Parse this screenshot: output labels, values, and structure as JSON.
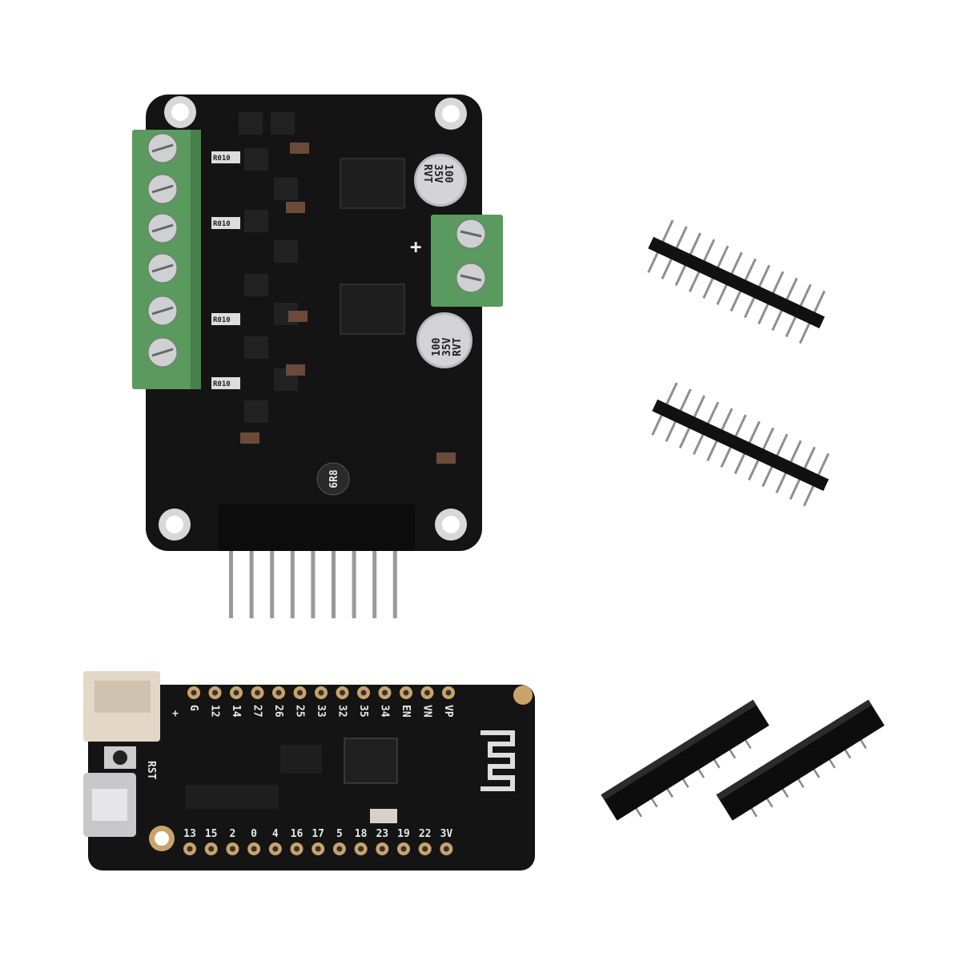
{
  "motor_board": {
    "capacitor_label_lines": [
      "100",
      "35V",
      "RVT"
    ],
    "resistor_label": "R010",
    "inductor_label": "6R8",
    "plus_mark": "+"
  },
  "esp32_board": {
    "top_pin_labels": [
      "G",
      "12",
      "14",
      "27",
      "26",
      "25",
      "33",
      "32",
      "35",
      "34",
      "EN",
      "VN",
      "VP"
    ],
    "bottom_pin_labels": [
      "13",
      "15",
      "2",
      "0",
      "4",
      "16",
      "17",
      "5",
      "18",
      "23",
      "19",
      "22",
      "3V"
    ],
    "reset_label": "RST",
    "battery_plus": "+"
  },
  "colors": {
    "pcb": "#141414",
    "terminal_green": "#5a9a5e",
    "pad_gold": "#c9a36a",
    "connector_beige": "#e3d8c6"
  }
}
